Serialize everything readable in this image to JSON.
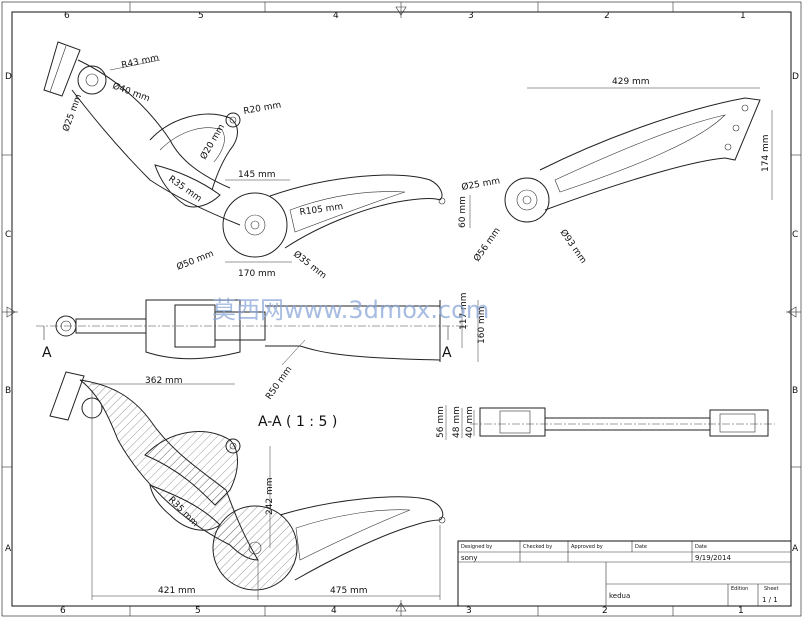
{
  "grid": {
    "columns": [
      "6",
      "5",
      "4",
      "3",
      "2",
      "1"
    ],
    "rows": [
      "D",
      "C",
      "B",
      "A"
    ]
  },
  "dimensions": {
    "top_left": [
      "R43 mm",
      "Ø40 mm",
      "Ø25 mm",
      "R20 mm",
      "Ø20 mm",
      "R35 mm",
      "145 mm",
      "R105 mm",
      "Ø50 mm",
      "170 mm",
      "Ø35 mm",
      "60 mm"
    ],
    "top_right": [
      "429 mm",
      "174 mm",
      "Ø25 mm",
      "Ø56 mm",
      "Ø93 mm"
    ],
    "middle": [
      "117 mm",
      "160 mm",
      "R50 mm"
    ],
    "section": [
      "362 mm",
      "R35 mm",
      "242 mm",
      "421 mm",
      "475 mm"
    ],
    "right_view": [
      "56 mm",
      "48 mm",
      "40 mm"
    ]
  },
  "section": {
    "marker_left": "A",
    "marker_right": "A",
    "title": "A-A ( 1 : 5 )"
  },
  "watermark": "莫西网www.3dmox.com",
  "title_block": {
    "designed_by_label": "Designed by",
    "checked_by_label": "Checked by",
    "approved_by_label": "Approved by",
    "date_label": "Date",
    "date_label_2": "Date",
    "designer": "sony",
    "date": "9/19/2014",
    "part_name": "kedua",
    "edition_label": "Edition",
    "sheet_label": "Sheet",
    "sheet": "1 / 1"
  }
}
